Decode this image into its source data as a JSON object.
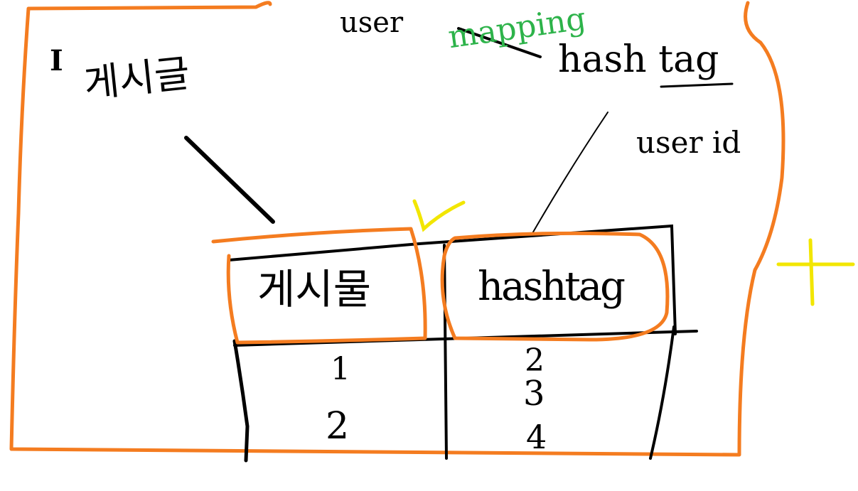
{
  "colors": {
    "ink": "#000000",
    "orange": "#f47c20",
    "green": "#2db34a",
    "yellow": "#f2e600",
    "background": "#ffffff"
  },
  "sketch": {
    "section_number": "I",
    "title_post": "게시글",
    "user_label": "user",
    "green_word": "mapping",
    "hashtag_label": "hash tag",
    "userid_label": "user id",
    "table": {
      "col1_header": "게시물",
      "col2_header": "hashtag",
      "col1_values": [
        "1",
        "2"
      ],
      "col2_values": [
        "2",
        "3",
        "4"
      ]
    },
    "marks": {
      "check": "✓",
      "plus": "+"
    }
  }
}
